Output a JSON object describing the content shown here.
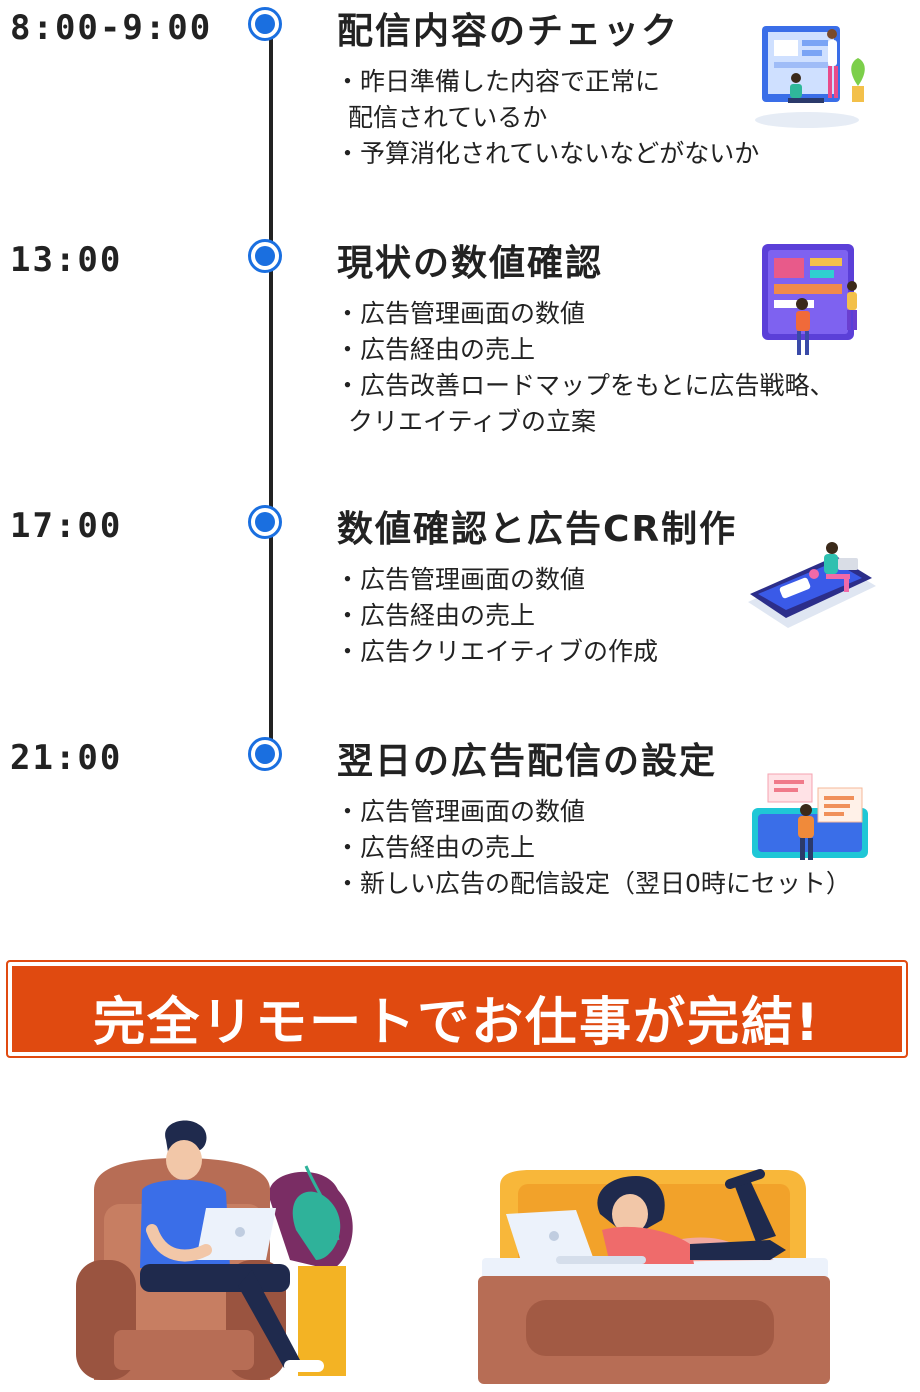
{
  "schedule": [
    {
      "time": "8:00-9:00",
      "heading": "配信内容のチェック",
      "bullets": [
        "・昨日準備した内容で正常に",
        "配信されているか",
        "・予算消化されていないなどがないか"
      ]
    },
    {
      "time": "13:00",
      "heading": "現状の数値確認",
      "bullets": [
        "・広告管理画面の数値",
        "・広告経由の売上",
        "・広告改善ロードマップをもとに広告戦略、",
        "クリエイティブの立案"
      ]
    },
    {
      "time": "17:00",
      "heading": "数値確認と広告CR制作",
      "bullets": [
        "・広告管理画面の数値",
        "・広告経由の売上",
        "・広告クリエイティブの作成"
      ]
    },
    {
      "time": "21:00",
      "heading": "翌日の広告配信の設定",
      "bullets": [
        "・広告管理画面の数値",
        "・広告経由の売上",
        "・新しい広告の配信設定（翌日0時にセット）"
      ]
    }
  ],
  "banner": {
    "text": "完全リモートでお仕事が完結!"
  },
  "colors": {
    "accent": "#1a6fe0",
    "banner": "#e04a10",
    "text": "#222222"
  }
}
